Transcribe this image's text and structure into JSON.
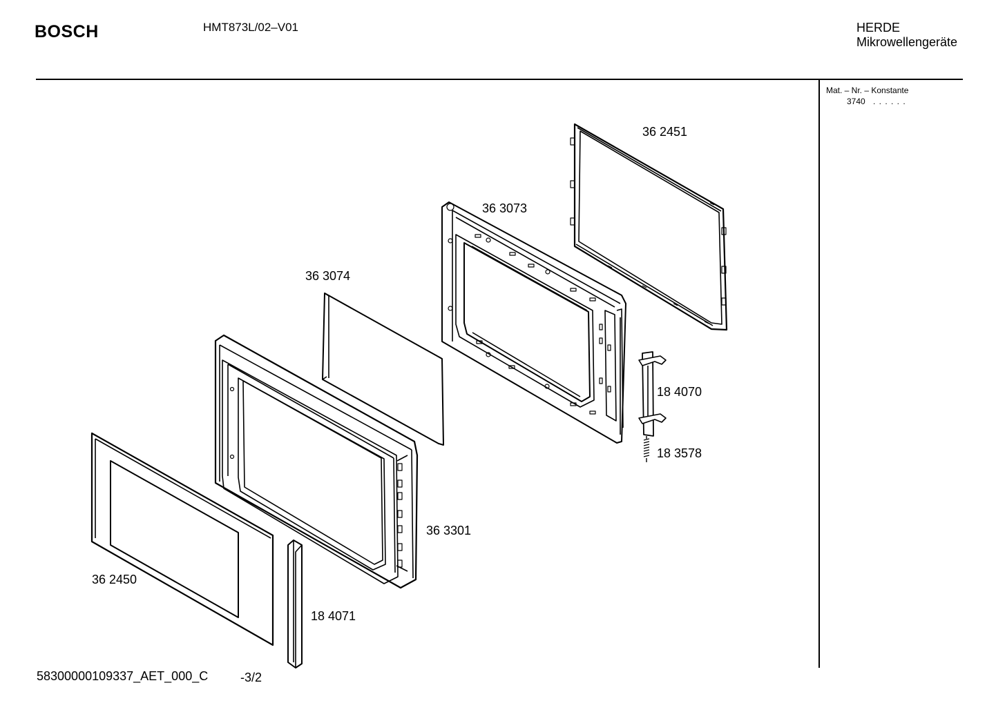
{
  "header": {
    "brand": "BOSCH",
    "model": "HMT873L/02–V01",
    "category_line1": "HERDE",
    "category_line2": "Mikrowellengeräte"
  },
  "sidebar": {
    "material_label": "Mat. – Nr. – Konstante",
    "material_value": "3740",
    "material_dots": ". .   . . . ."
  },
  "parts": [
    {
      "id": "frame-rear",
      "label": "36 2451"
    },
    {
      "id": "inner-door",
      "label": "36 3073"
    },
    {
      "id": "glass-panel",
      "label": "36 3074"
    },
    {
      "id": "latch-hook",
      "label": "18 4070"
    },
    {
      "id": "spring",
      "label": "18 3578"
    },
    {
      "id": "door-frame",
      "label": "36 3301"
    },
    {
      "id": "front-panel",
      "label": "36 2450"
    },
    {
      "id": "handle-strip",
      "label": "18 4071"
    }
  ],
  "footer": {
    "document_code": "58300000109337_AET_000_C",
    "page": "-3/2"
  }
}
